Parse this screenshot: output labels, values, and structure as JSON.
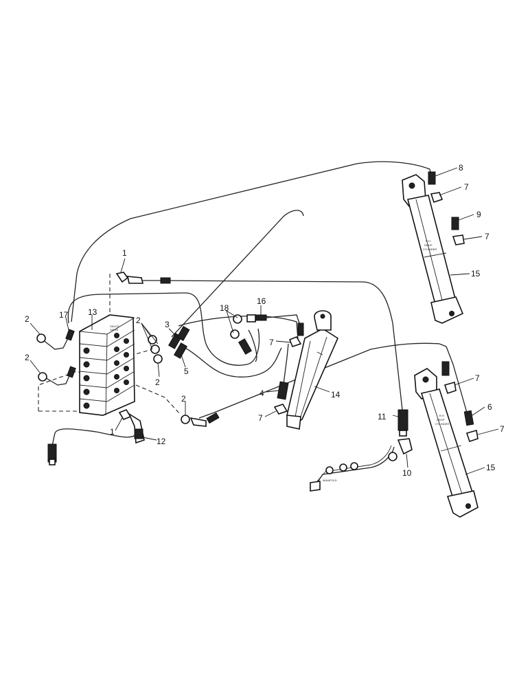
{
  "diagram": {
    "callouts": [
      {
        "id": "c1a",
        "label": "1"
      },
      {
        "id": "c1b",
        "label": "1"
      },
      {
        "id": "c2a",
        "label": "2"
      },
      {
        "id": "c2b",
        "label": "2"
      },
      {
        "id": "c2c",
        "label": "2"
      },
      {
        "id": "c2d",
        "label": "2"
      },
      {
        "id": "c2e",
        "label": "2"
      },
      {
        "id": "c3",
        "label": "3"
      },
      {
        "id": "c4",
        "label": "4"
      },
      {
        "id": "c5",
        "label": "5"
      },
      {
        "id": "c6",
        "label": "6"
      },
      {
        "id": "c7a",
        "label": "7"
      },
      {
        "id": "c7b",
        "label": "7"
      },
      {
        "id": "c7c",
        "label": "7"
      },
      {
        "id": "c7d",
        "label": "7"
      },
      {
        "id": "c7e",
        "label": "7"
      },
      {
        "id": "c7f",
        "label": "7"
      },
      {
        "id": "c8",
        "label": "8"
      },
      {
        "id": "c9",
        "label": "9"
      },
      {
        "id": "c10",
        "label": "10"
      },
      {
        "id": "c11",
        "label": "11"
      },
      {
        "id": "c12",
        "label": "12"
      },
      {
        "id": "c13",
        "label": "13"
      },
      {
        "id": "c14",
        "label": "14"
      },
      {
        "id": "c15a",
        "label": "15"
      },
      {
        "id": "c15b",
        "label": "15"
      },
      {
        "id": "c16",
        "label": "16"
      },
      {
        "id": "c17",
        "label": "17"
      },
      {
        "id": "c18",
        "label": "18"
      }
    ],
    "cylinder_label_top": [
      "R.H",
      "DROP",
      "CYLINDER"
    ],
    "cylinder_label_bottom": [
      "R.H",
      "DROP",
      "CYLINDER"
    ],
    "manifold_label": "MANIFOLD",
    "valve_label": [
      "SAUCE",
      "VALVE"
    ]
  }
}
